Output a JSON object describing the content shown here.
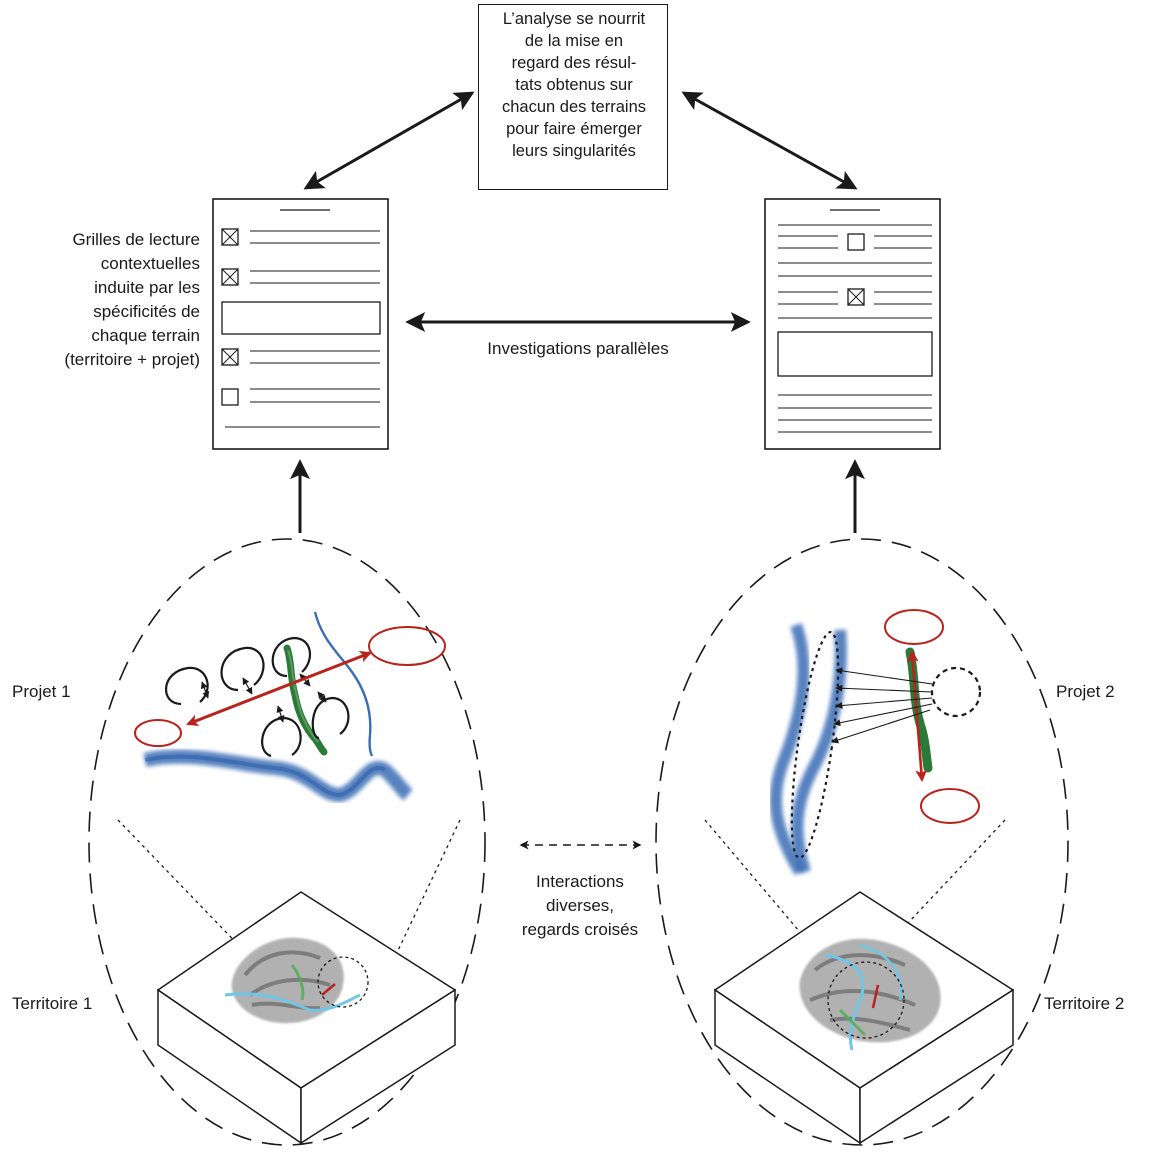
{
  "analysis_box": {
    "lines": [
      "L’analyse se nourrit",
      "de la mise en",
      "regard des résul-",
      "tats obtenus sur",
      "chacun des terrains",
      "pour faire émerger",
      "leurs singularités"
    ]
  },
  "grids_label": {
    "lines": [
      "Grilles de lecture",
      "contextuelles",
      "induite par les",
      "spécificités de",
      "chaque terrain",
      "(territoire + projet)"
    ]
  },
  "parallel_label": "Investigations parallèles",
  "interactions_label": {
    "lines": [
      "Interactions",
      "diverses,",
      "regards croisés"
    ]
  },
  "projet1": "Projet 1",
  "projet2": "Projet 2",
  "territoire1": "Territoire 1",
  "territoire2": "Territoire 2",
  "colors": {
    "ink": "#1a1a1a",
    "river": "#3a6db5",
    "river_light": "#6fc6e6",
    "red": "#b8231b",
    "green": "#2c7a3a",
    "terrain": "#9a9a9a"
  }
}
